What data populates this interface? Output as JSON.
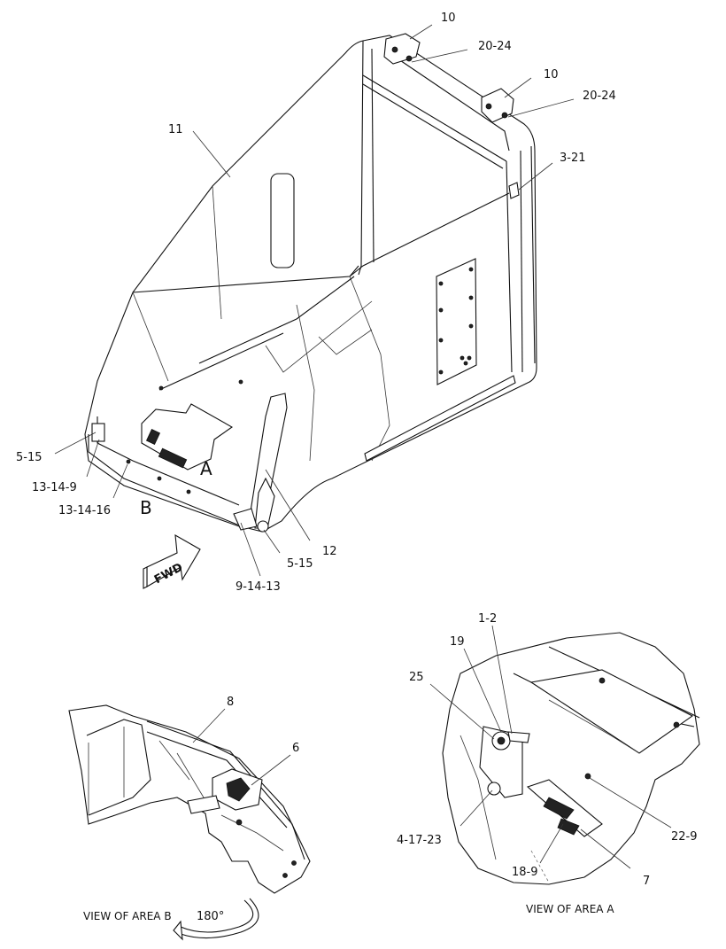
{
  "main_view": {
    "labels": {
      "p10_top": "10",
      "p20_24_top": "20-24",
      "p10_mid": "10",
      "p20_24_mid": "20-24",
      "p11": "11",
      "p3_21": "3-21",
      "p5_15_left": "5-15",
      "p13_14_9": "13-14-9",
      "p13_14_16": "13-14-16",
      "area_a": "A",
      "area_b": "B",
      "p12": "12",
      "p5_15_right": "5-15",
      "p9_14_13": "9-14-13"
    },
    "fwd_arrow_text": "FWD"
  },
  "view_b": {
    "labels": {
      "p8": "8",
      "p6": "6"
    },
    "caption": "VIEW OF AREA  B",
    "rotation": "180°"
  },
  "view_a": {
    "labels": {
      "p1_2": "1-2",
      "p19": "19",
      "p25": "25",
      "p4_17_23": "4-17-23",
      "p22_9": "22-9",
      "p18_9": "18-9",
      "p7": "7"
    },
    "caption": "VIEW OF AREA  A"
  }
}
